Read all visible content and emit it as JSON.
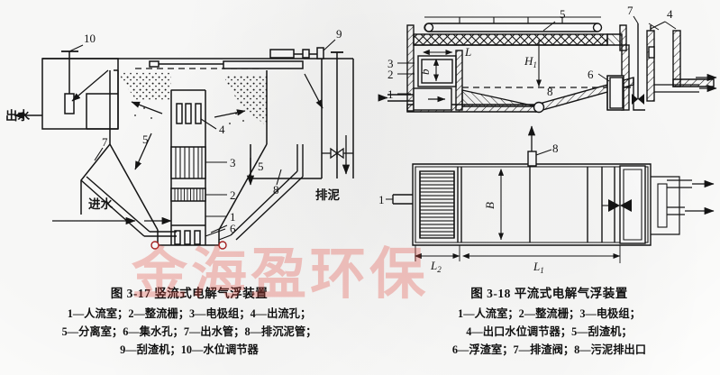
{
  "page": {
    "background_color": "#fdfdfc",
    "ink_color": "#141414",
    "watermark_text": "金海盈环保",
    "watermark_color": "#e0463c"
  },
  "figure_left": {
    "id": "fig-3-17",
    "caption_title": "图 3-17   竖流式电解气浮装置",
    "caption_lines": [
      "1—人流室；2—整流栅；3—电极组；4—出流孔；",
      "5—分离室；6—集水孔；7—出水管；8—排沉泥管；",
      "9—刮渣机；10—水位调节器"
    ],
    "callouts": [
      {
        "key": "c10",
        "text": "10"
      },
      {
        "key": "c9",
        "text": "9"
      },
      {
        "key": "c5a",
        "text": "5"
      },
      {
        "key": "c5b",
        "text": "5"
      },
      {
        "key": "c4",
        "text": "4"
      },
      {
        "key": "c3",
        "text": "3"
      },
      {
        "key": "c2",
        "text": "2"
      },
      {
        "key": "c1",
        "text": "1"
      },
      {
        "key": "c6",
        "text": "6"
      },
      {
        "key": "c7",
        "text": "7"
      },
      {
        "key": "c8",
        "text": "8"
      }
    ],
    "flow_labels": {
      "outlet": "出水",
      "inlet": "进水",
      "sludge": "排泥"
    }
  },
  "figure_right": {
    "id": "fig-3-18",
    "caption_title": "图 3-18   平流式电解气浮装置",
    "caption_lines": [
      "1—人流室；2—整流栅；3—电极组；",
      "4—出口水位调节器；5—刮渣机；",
      "6—浮渣室；7—排渣阀；8—污泥排出口"
    ],
    "callouts_section": [
      {
        "key": "r5",
        "text": "5"
      },
      {
        "key": "r7",
        "text": "7"
      },
      {
        "key": "r4",
        "text": "4"
      },
      {
        "key": "r3",
        "text": "3"
      },
      {
        "key": "r2",
        "text": "2"
      },
      {
        "key": "r1",
        "text": "1"
      },
      {
        "key": "r6",
        "text": "6"
      },
      {
        "key": "r8",
        "text": "8"
      }
    ],
    "dimensions_section": [
      {
        "key": "dL",
        "text": "L"
      },
      {
        "key": "db",
        "text": "b"
      },
      {
        "key": "dH1",
        "text": "H",
        "sub": "1"
      }
    ],
    "callouts_plan": [
      {
        "key": "p1",
        "text": "1"
      },
      {
        "key": "p8",
        "text": "8"
      }
    ],
    "dimensions_plan": [
      {
        "key": "pB",
        "text": "B"
      },
      {
        "key": "pL2",
        "text": "L",
        "sub": "2"
      },
      {
        "key": "pL1",
        "text": "L",
        "sub": "1"
      }
    ]
  }
}
